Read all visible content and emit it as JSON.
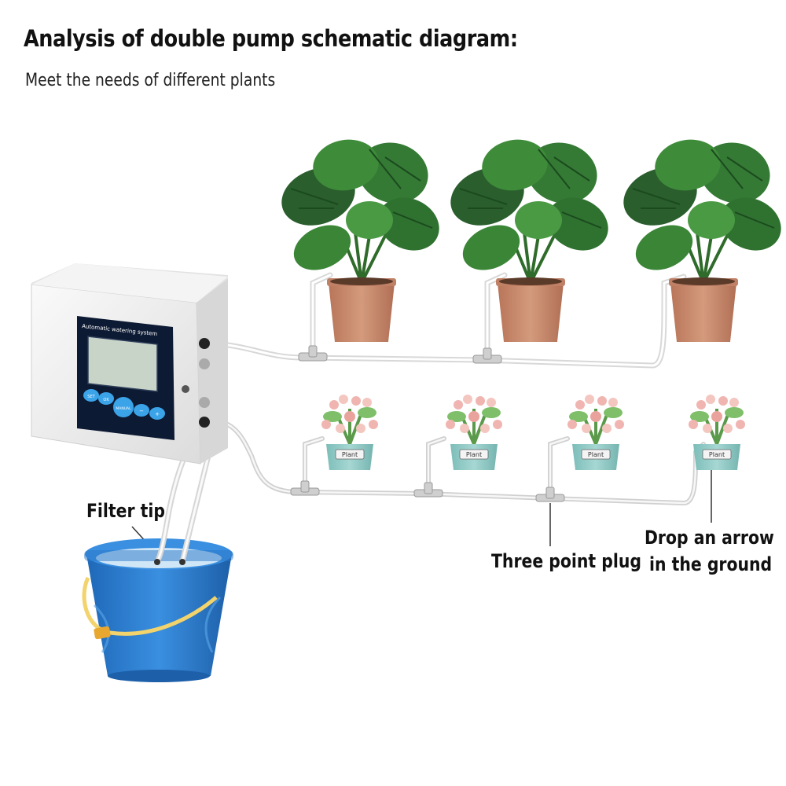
{
  "header": {
    "title": "Analysis of double pump schematic diagram:",
    "subtitle": "Meet the needs of different plants"
  },
  "device": {
    "screen_title": "Automatic watering system",
    "buttons": [
      "SET",
      "OK",
      "MANUAL",
      "−",
      "+"
    ]
  },
  "labels": {
    "filter_tip": "Filter tip",
    "three_point_plug": "Three point plug",
    "drop_arrow_line1": "Drop an arrow",
    "drop_arrow_line2": "in the ground"
  },
  "pots": {
    "small_pot_label": "Plant"
  },
  "colors": {
    "bucket": "#2f7fd0",
    "bucket_dark": "#1f5fa8",
    "pot_terracotta": "#c8896a",
    "pot_teal": "#8fc9c6",
    "device_body": "#f2f2f2",
    "screen": "#1c2a4a",
    "tube": "#e6e6e6",
    "handle": "#f3d36b"
  }
}
